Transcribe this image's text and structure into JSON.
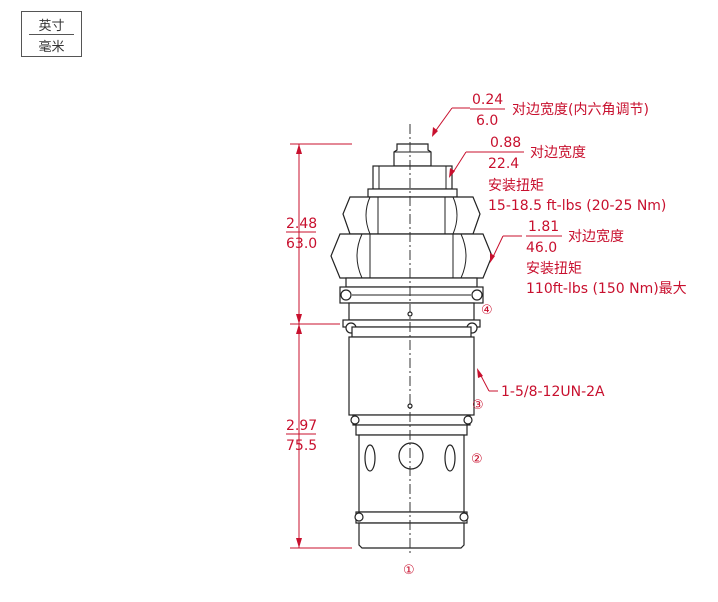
{
  "units": {
    "imperial": "英寸",
    "metric": "毫米"
  },
  "dimensions": {
    "upper_in": "2.48",
    "upper_mm": "63.0",
    "lower_in": "2.97",
    "lower_mm": "75.5"
  },
  "callouts": {
    "hex_small_in": "0.24",
    "hex_small_mm": "6.0",
    "hex_small_label": "对边宽度(内六角调节)",
    "hex_mid_in": "0.88",
    "hex_mid_mm": "22.4",
    "hex_mid_label": "对边宽度",
    "hex_mid_torque_title": "安装扭矩",
    "hex_mid_torque": "15-18.5 ft-lbs (20-25 Nm)",
    "hex_large_in": "1.81",
    "hex_large_mm": "46.0",
    "hex_large_label": "对边宽度",
    "hex_large_torque_title": "安装扭矩",
    "hex_large_torque": "110ft-lbs (150 Nm)最大",
    "thread": "1-5/8-12UN-2A"
  },
  "ports": {
    "p1": "①",
    "p2": "②",
    "p3": "③",
    "p4": "④"
  }
}
